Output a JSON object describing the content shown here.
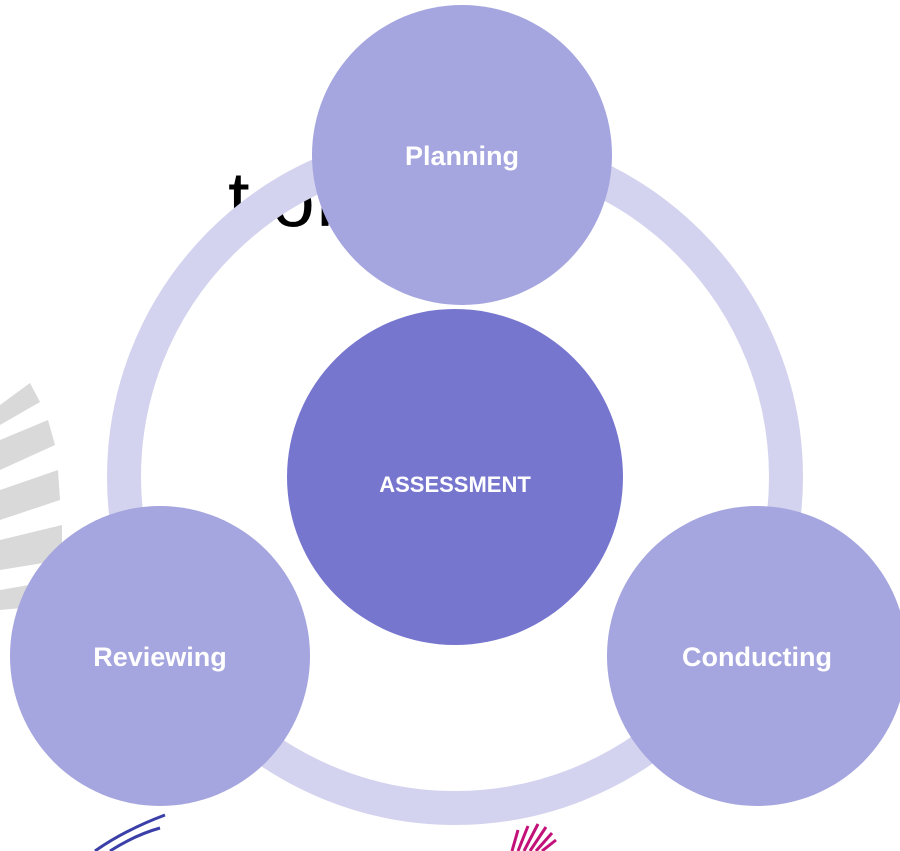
{
  "slide": {
    "heading_fragment": "t of:"
  },
  "diagram": {
    "center_label": "ASSESSMENT",
    "stages": [
      {
        "label": "Planning"
      },
      {
        "label": "Conducting"
      },
      {
        "label": "Reviewing"
      }
    ],
    "colors": {
      "ring": "#d3d3ef",
      "stage_fill": "#a5a5df",
      "center_fill": "#7676cf",
      "stage_text": "#ffffff",
      "center_text": "#ffffff",
      "decor_gray": "#cfcfcf",
      "decor_blue": "#3b3fa8",
      "decor_pink": "#c2127a"
    }
  }
}
